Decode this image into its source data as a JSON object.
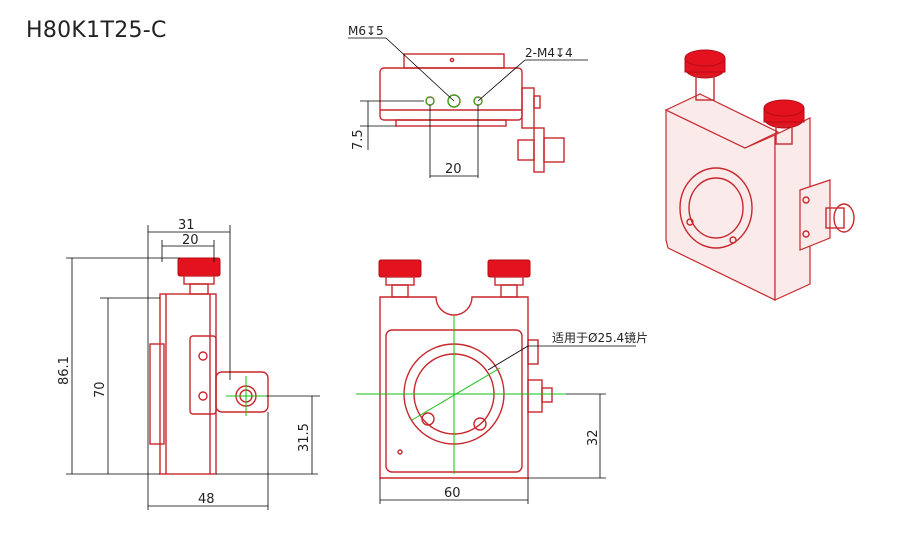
{
  "title": "H80K1T25-C",
  "top_view": {
    "callout_m6": "M6↧5",
    "callout_m4": "2-M4↧4",
    "dim_7_5": "7.5",
    "dim_20": "20"
  },
  "side_view": {
    "dim_31": "31",
    "dim_20": "20",
    "dim_86_1": "86.1",
    "dim_70": "70",
    "dim_31_5": "31.5",
    "dim_48": "48"
  },
  "front_view": {
    "lens_callout": "适用于Ø25.4镜片",
    "dim_60": "60",
    "dim_32": "32"
  },
  "colors": {
    "outline": "#c8282d",
    "knob": "#e4121f",
    "centerline": "#14c214",
    "dimension": "#000000"
  }
}
